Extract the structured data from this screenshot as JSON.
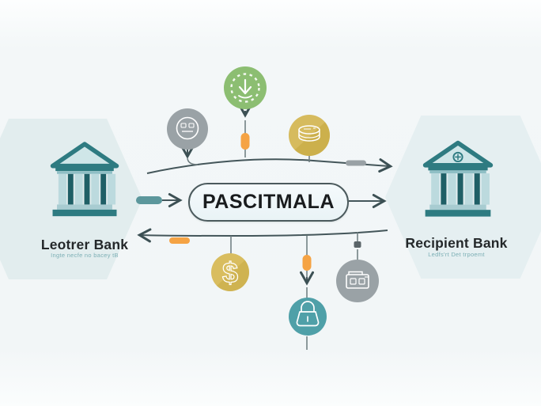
{
  "diagram": {
    "center_node": {
      "label": "PASCITMALA"
    },
    "left_bank": {
      "name": "Leotrer Bank",
      "subtitle": "Ingte necfe no bacey tB"
    },
    "right_bank": {
      "name": "Recipient Bank",
      "subtitle": "Ledfs'rt Det trpoemt"
    },
    "dollar_glyph": "$",
    "icon_nodes": [
      {
        "name": "id-badge-icon",
        "color": "#9aa2a6"
      },
      {
        "name": "download-icon",
        "color": "#8cbe72"
      },
      {
        "name": "coin-stack-icon",
        "color": "#d6bb5e"
      },
      {
        "name": "dollar-icon",
        "color": "#d9bd5f"
      },
      {
        "name": "padlock-icon",
        "color": "#4fa0a8"
      },
      {
        "name": "wallet-icon",
        "color": "#9aa2a6"
      }
    ],
    "accents": {
      "orange_connector": "#f5a344",
      "teal_connector": "#5c979c",
      "gray_connector": "#99a1a5",
      "line_dark": "#44565a",
      "hexagon_fill": "#e4eff0",
      "bank_teal": "#2e7b81"
    }
  }
}
